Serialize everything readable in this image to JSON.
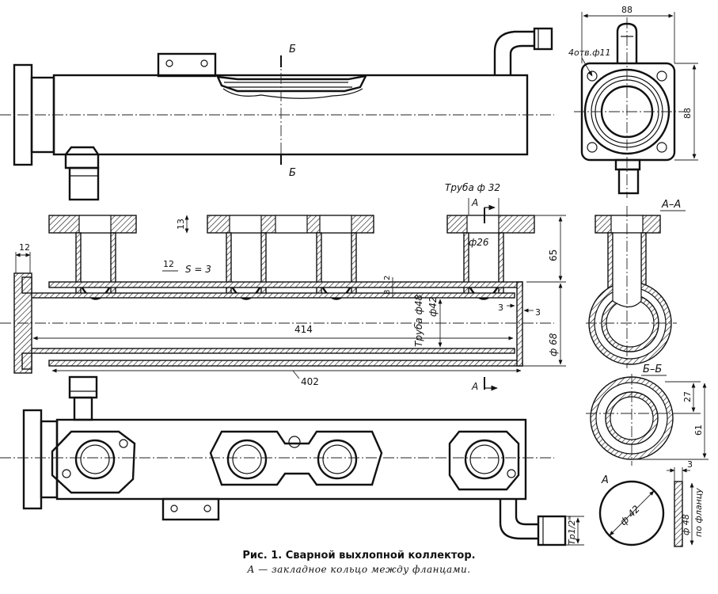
{
  "labels": {
    "section_b_top": "Б",
    "section_b_bottom": "Б",
    "holes_note": "4отв.ф11",
    "dim_88_h": "88",
    "dim_88_v": "88",
    "pipe32": "Труба ф 32",
    "arrow_a_top": "А",
    "arrow_a_bottom": "А",
    "section_aa": "А–А",
    "section_bb": "Б–Б",
    "dim_12_flange": "12",
    "dim_13": "13",
    "dim_12_wall": "12",
    "wall_s": "S = 3",
    "dim_26": "ф26",
    "dim_65": "65",
    "dim_2": "2",
    "dim_8": "8",
    "dim_3a": "3",
    "dim_3b": "3",
    "pipe48": "Труба ф48",
    "dim_42_main": "ф42",
    "dim_414": "414",
    "dim_402": "402",
    "dim_68": "ф 68",
    "dim_27": "27",
    "dim_61": "61",
    "part_a": "А",
    "dim_42_ring": "ф 42",
    "dim_3_ring": "3",
    "dim_48_ring": "ф 48",
    "ring_note": "по фланцу",
    "thread": "Тр1/2\""
  },
  "caption": {
    "title": "Рис. 1. Сварной выхлопной коллектор.",
    "subtitle": "А — закладное кольцо между фланцами."
  }
}
